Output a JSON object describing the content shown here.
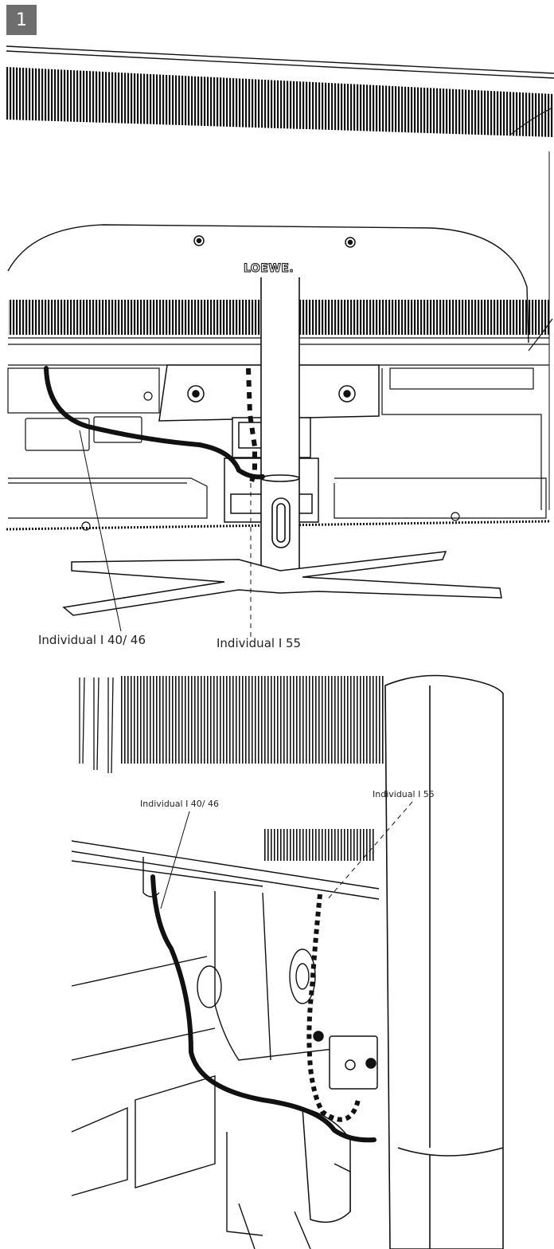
{
  "step": {
    "number": "1"
  },
  "brand": {
    "logo_text": "LOEWE."
  },
  "view_front": {
    "label_40_46": "Individual I 40/ 46",
    "label_55": "Individual I 55"
  },
  "view_detail": {
    "label_40_46": "Individual I 40/ 46",
    "label_55": "Individual I 55"
  }
}
